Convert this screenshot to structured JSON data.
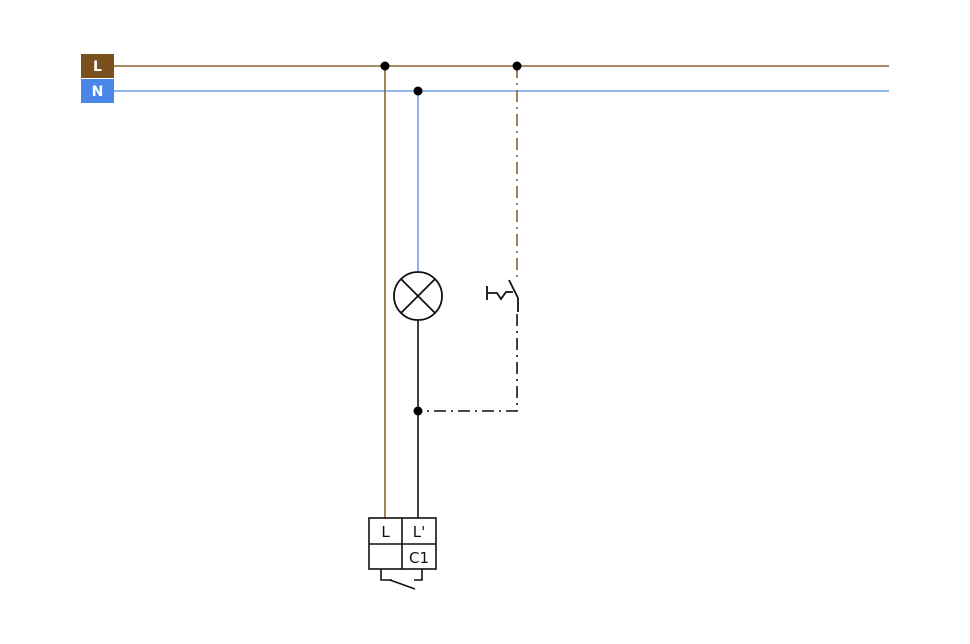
{
  "rails": {
    "line": {
      "label": "L",
      "color": "#7a4f1e"
    },
    "neutral": {
      "label": "N",
      "color": "#4a86e8"
    }
  },
  "wire_colors": {
    "line": "#8a6430",
    "neutral": "#6d9eeb",
    "switched": "#111111"
  },
  "components": {
    "lamp": {
      "icon": "lamp-icon"
    },
    "pushbutton": {
      "icon": "pushbutton-switch-icon"
    },
    "relay": {
      "terminal_l": "L",
      "terminal_l_prime": "L'",
      "terminal_c1": "C1",
      "icon": "relay-contact-icon"
    }
  }
}
